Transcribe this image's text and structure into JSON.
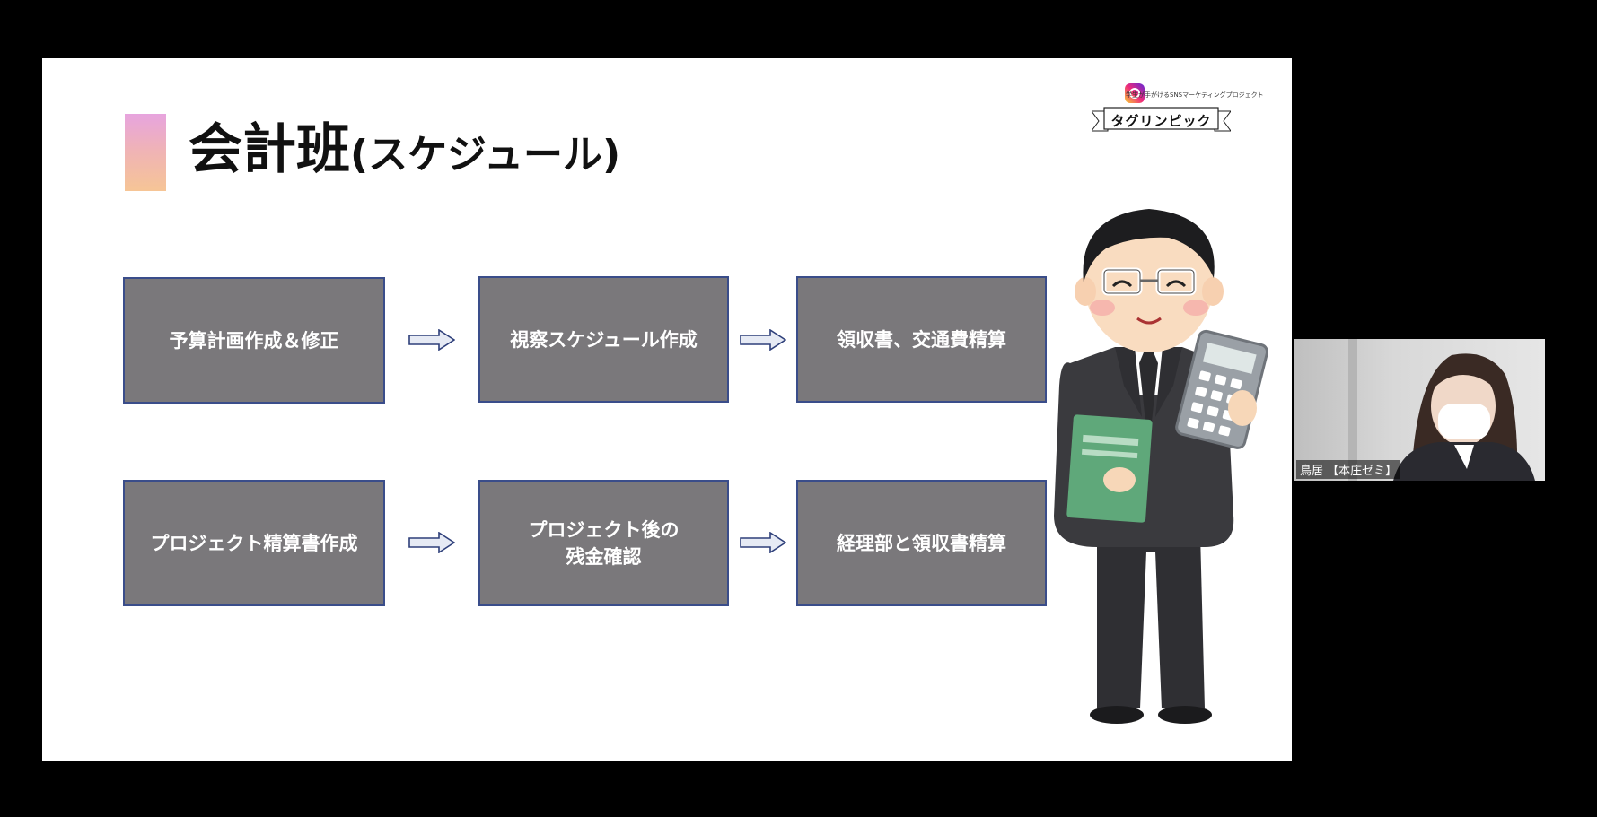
{
  "slide": {
    "title_main": "会計班",
    "title_paren": "(スケジュール)",
    "logo": {
      "tagline": "学生が手がけるSNSマーケティングプロジェクト",
      "name": "タグリンピック"
    },
    "steps_row1": [
      "予算計画作成＆修正",
      "視察スケジュール作成",
      "領収書、交通費精算"
    ],
    "steps_row2": [
      "プロジェクト精算書作成",
      "プロジェクト後の\n残金確認",
      "経理部と領収書精算"
    ]
  },
  "video_tile": {
    "participant_name": "鳥居 【本庄ゼミ】"
  },
  "colors": {
    "box_fill": "#7a787b",
    "box_border": "#3a4d8a",
    "arrow_fill": "#e6eaf4",
    "arrow_stroke": "#2e3f7a",
    "accent_gradient": [
      "#e7a4de",
      "#f6c596"
    ]
  }
}
